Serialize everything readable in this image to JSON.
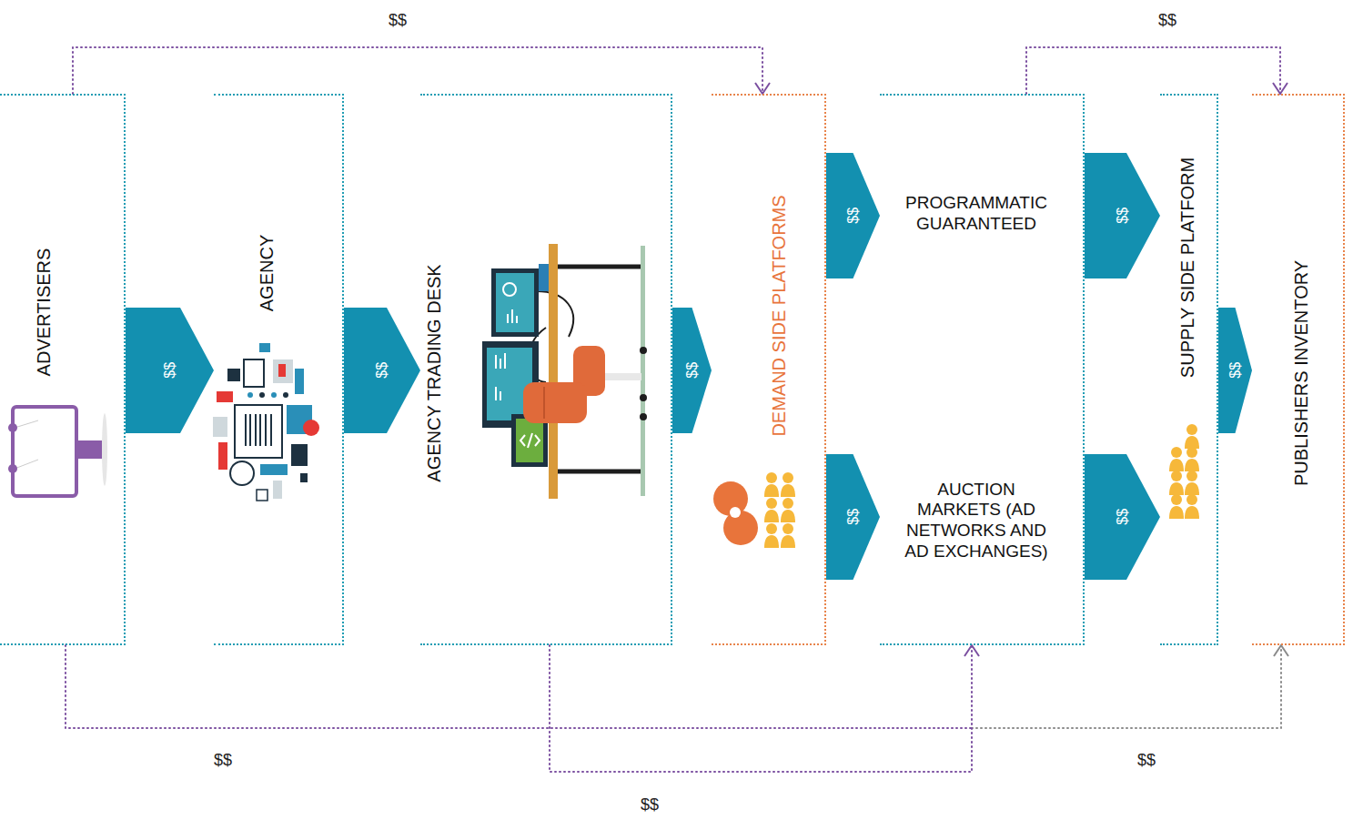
{
  "diagram": {
    "nodes": [
      {
        "text": [
          "ADVERTISERS"
        ]
      },
      {
        "text": [
          "AGENCY"
        ]
      },
      {
        "text": [
          "AGENCY TRADING DESK"
        ]
      },
      {
        "text": [
          "DEMAND SIDE PLATFORMS"
        ]
      },
      {
        "text": [
          "PROGRAMMATIC GUARANTEED",
          "AUCTION MARKETS (AD NETWORKS AND AD EXCHANGES)"
        ]
      },
      {
        "text": [
          "SUPPLY SIDE PLATFORM"
        ]
      },
      {
        "text": [
          "PUBLISHERS INVENTORY"
        ]
      }
    ],
    "edges": [
      {
        "from": 0,
        "to": 1,
        "arrow": "to",
        "label": "$$"
      },
      {
        "from": 1,
        "to": 2,
        "arrow": "to",
        "label": "$$"
      },
      {
        "from": 2,
        "to": 3,
        "arrow": "to",
        "label": "$$"
      },
      {
        "from": 3,
        "to": 4,
        "arrow": "to",
        "label": "$$"
      },
      {
        "from": 3,
        "to": 4,
        "arrow": "to",
        "label": "$$"
      },
      {
        "from": 4,
        "to": 5,
        "arrow": "to",
        "label": "$$"
      },
      {
        "from": 4,
        "to": 5,
        "arrow": "to",
        "label": "$$"
      },
      {
        "from": 5,
        "to": 6,
        "arrow": "to",
        "label": "$$"
      },
      {
        "from": 0,
        "to": 3,
        "arrow": "to",
        "label": "$$"
      },
      {
        "from": 4,
        "to": 6,
        "arrow": "to",
        "label": "$$"
      },
      {
        "from": 0,
        "to": 6,
        "arrow": "to",
        "label": "$$"
      },
      {
        "from": 2,
        "to": 4,
        "arrow": "to",
        "label": "$$"
      }
    ],
    "labels": [
      "$$"
    ]
  }
}
